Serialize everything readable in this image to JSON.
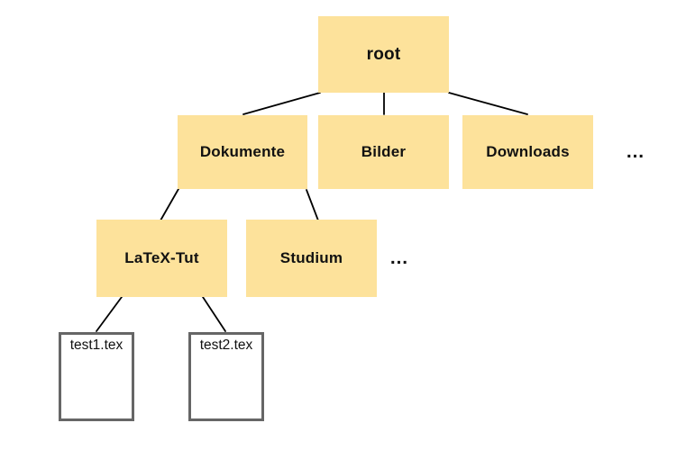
{
  "colors": {
    "folder_fill": "#FDE29B",
    "file_border": "#666666",
    "edge": "#000000",
    "background": "#FFFFFF",
    "text": "#111111"
  },
  "tree": {
    "root": {
      "label": "root",
      "type": "folder"
    },
    "level1": [
      {
        "label": "Dokumente",
        "type": "folder",
        "parent": "root"
      },
      {
        "label": "Bilder",
        "type": "folder",
        "parent": "root"
      },
      {
        "label": "Downloads",
        "type": "folder",
        "parent": "root"
      }
    ],
    "level1_ellipsis": "…",
    "level2": [
      {
        "label": "LaTeX-Tut",
        "type": "folder",
        "parent": "Dokumente"
      },
      {
        "label": "Studium",
        "type": "folder",
        "parent": "Dokumente"
      }
    ],
    "level2_ellipsis": "…",
    "files": [
      {
        "label": "test1.tex",
        "type": "file",
        "parent": "LaTeX-Tut"
      },
      {
        "label": "test2.tex",
        "type": "file",
        "parent": "LaTeX-Tut"
      }
    ]
  }
}
